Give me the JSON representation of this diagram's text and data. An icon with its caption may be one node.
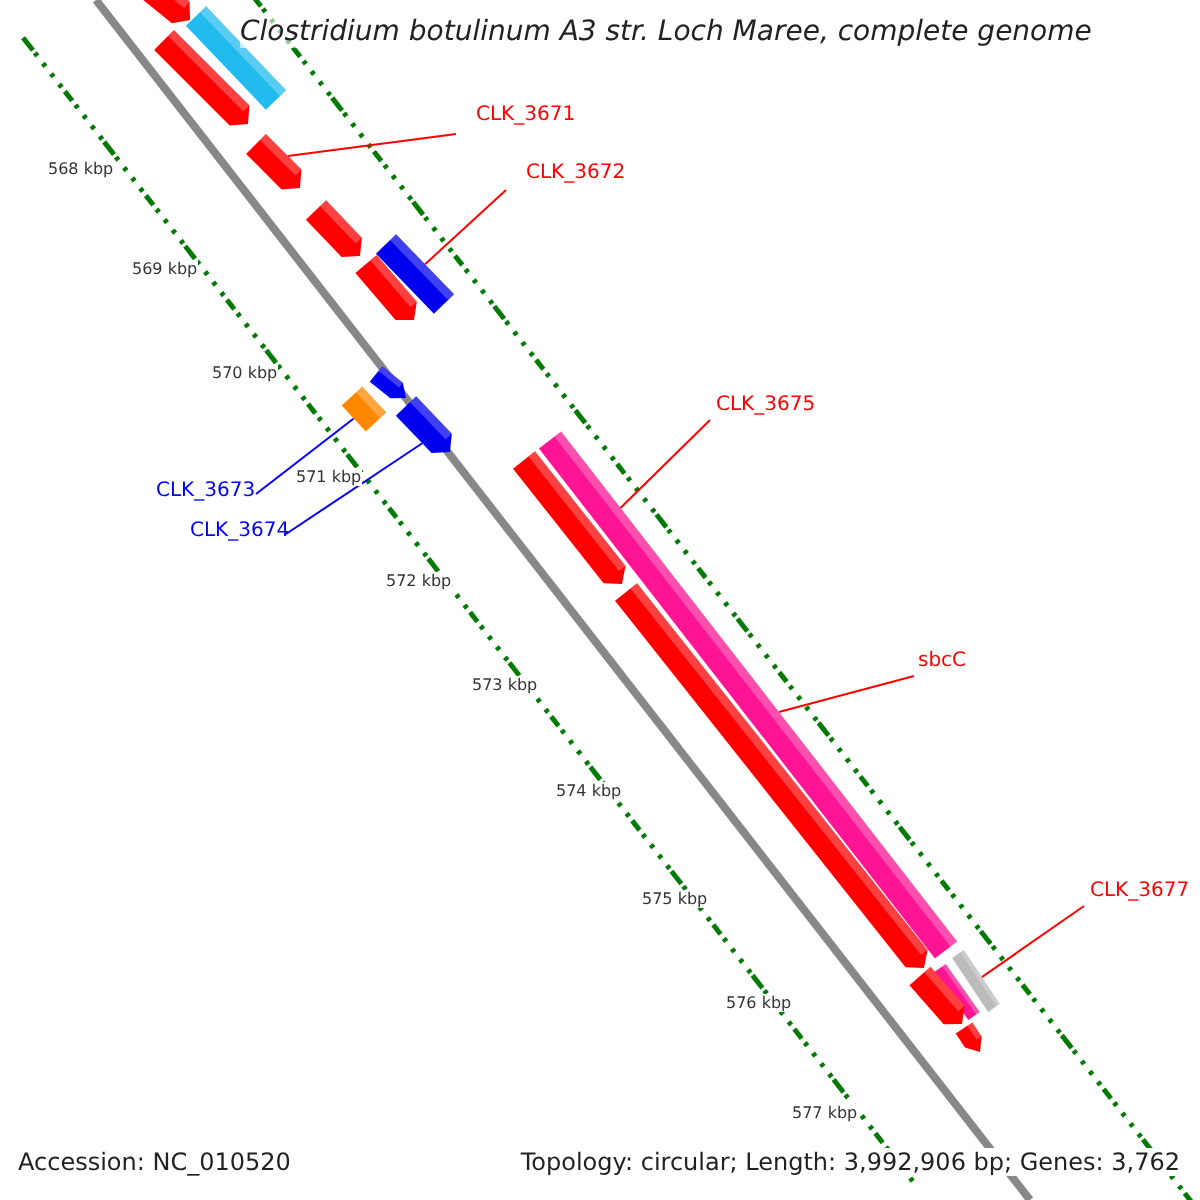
{
  "diagram": {
    "title": "Clostridium botulinum A3 str. Loch Maree, complete genome",
    "nodes": [
      {
        "text": [
          "CLK_3671"
        ]
      },
      {
        "text": [
          "CLK_3672"
        ]
      },
      {
        "text": [
          "CLK_3675"
        ]
      },
      {
        "text": [
          "sbcC"
        ]
      },
      {
        "text": [
          "CLK_3673"
        ]
      },
      {
        "text": [
          "CLK_3674"
        ]
      },
      {
        "text": [
          "CLK_3677"
        ]
      },
      {
        "text": [],
        "shape": "arrow"
      },
      {
        "text": [],
        "shape": "bar"
      },
      {
        "text": [],
        "shape": "arrow"
      },
      {
        "text": [],
        "shape": "arrow"
      },
      {
        "text": [],
        "shape": "arrow"
      },
      {
        "text": [],
        "shape": "bar"
      },
      {
        "text": [],
        "shape": "arrow"
      },
      {
        "text": [],
        "shape": "arrow"
      },
      {
        "text": [],
        "shape": "diamond"
      },
      {
        "text": [],
        "shape": "arrow"
      },
      {
        "text": [],
        "shape": "arrow"
      },
      {
        "text": [],
        "shape": "bar"
      },
      {
        "text": [],
        "shape": "arrow"
      },
      {
        "text": [],
        "shape": "bar"
      },
      {
        "text": [],
        "shape": "bar"
      },
      {
        "text": [],
        "shape": "arrow"
      },
      {
        "text": [],
        "shape": "arrow"
      }
    ],
    "edges": [
      {
        "from": 0,
        "to": 10,
        "arrow": "none"
      },
      {
        "from": 1,
        "to": 12,
        "arrow": "none"
      },
      {
        "from": 2,
        "to": 18,
        "arrow": "none"
      },
      {
        "from": 3,
        "to": 18,
        "arrow": "none"
      },
      {
        "from": 4,
        "to": 15,
        "arrow": "none",
        "color": "#0000ff"
      },
      {
        "from": 5,
        "to": 16,
        "arrow": "none",
        "color": "#0000ff"
      },
      {
        "from": 6,
        "to": 21,
        "arrow": "none"
      }
    ],
    "labels": [
      "568 kbp",
      "569 kbp",
      "570 kbp",
      "571 kbp",
      "572 kbp",
      "573 kbp",
      "574 kbp",
      "575 kbp",
      "576 kbp",
      "577 kbp",
      "Accession: NC_010520",
      "Topology: circular; Length: 3,992,906 bp; Genes: 3,762"
    ]
  }
}
